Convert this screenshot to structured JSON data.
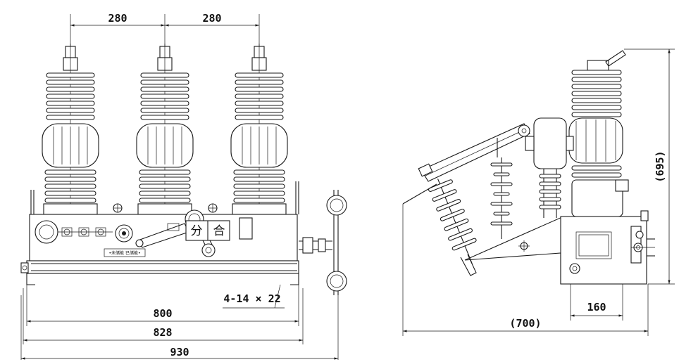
{
  "front_view": {
    "dims": {
      "spacing_left": "280",
      "spacing_right": "280",
      "hole": "4-14 × 22",
      "width_800": "800",
      "width_828": "828",
      "width_930": "930"
    },
    "panel": {
      "indicator_left": "分",
      "indicator_right": "合",
      "status_label": "•未储能 已储能•"
    }
  },
  "side_view": {
    "dims": {
      "height": "(695)",
      "depth": "(700)",
      "base": "160"
    }
  }
}
